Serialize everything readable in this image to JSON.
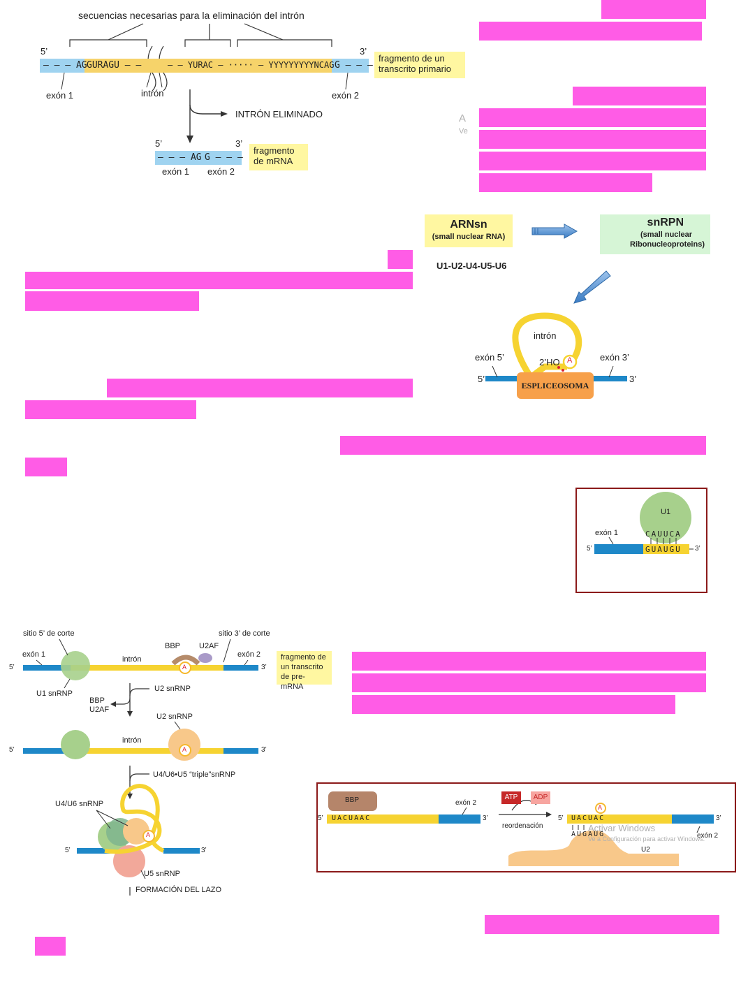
{
  "fig1": {
    "header": "secuencias necesarias para la eliminación del intrón",
    "five_prime": "5’",
    "three_prime": "3’",
    "exon1_seq": "– – – AG",
    "intron_seq_a": "GURAGU – –",
    "intron_seq_b": "– –  YURAC – ····· – YYYYYYYYYNCAG",
    "intron_branch_A": "A",
    "exon2_seq": "G – – –",
    "label_exon1": "exón 1",
    "label_intron": "intrón",
    "label_exon2": "exón 2",
    "note_primary": "fragmento de un transcrito primario",
    "removed": "INTRÓN ELIMINADO",
    "mrna_5": "5’",
    "mrna_3": "3’",
    "mrna_seq_left": "– – – AG",
    "mrna_seq_right": "G – – –",
    "mrna_exon1": "exón 1",
    "mrna_exon2": "exón 2",
    "note_mrna": "fragmento de mRNA"
  },
  "watermark_fragment": {
    "line1": "A",
    "line2": "Ve"
  },
  "snrna": {
    "arnsn_title": "ARNsn",
    "arnsn_sub": "(small nuclear RNA)",
    "snrpn_title": "snRPN",
    "snrpn_sub1": "(small nuclear",
    "snrpn_sub2": "Ribonucleoproteins)",
    "u_list": "U1-U2-U4-U5-U6"
  },
  "spliceosome": {
    "intron": "intrón",
    "exon5": "exón 5’",
    "exon3": "exón 3’",
    "five": "5’",
    "three": "3’",
    "ho": "2’HO",
    "a": "A",
    "label": "ESPLICEOSOMA"
  },
  "u1box": {
    "u1": "U1",
    "exon1": "exón 1",
    "top_seq": "CAUUCA",
    "bottom_seq": "GUAUGU",
    "five": "5’",
    "three": "3’"
  },
  "fig3": {
    "site5": "sitio 5’ de corte",
    "site3": "sitio 3’ de corte",
    "exon1": "exón 1",
    "intron": "intrón",
    "exon2": "exón 2",
    "bbp": "BBP",
    "u2af": "U2AF",
    "u1snrnp": "U1 snRNP",
    "five": "5’",
    "three": "3’",
    "a": "A",
    "note": "fragmento de un transcrito de pre-mRNA",
    "u2snrnp_in": "U2 snRNP",
    "bbp_out": "BBP",
    "u2af_out": "U2AF",
    "u2snrnp": "U2 snRNP",
    "intron2": "intrón",
    "triple": "U4/U6•U5 “triple”snRNP",
    "u4u6": "U4/U6 snRNP",
    "u5": "U5 snRNP",
    "lazo": "FORMACIÓN DEL LAZO"
  },
  "fig4": {
    "bbp": "BBP",
    "exon2": "exón 2",
    "seq_left": "UACUAAC",
    "five": "5’",
    "three": "3’",
    "atp": "ATP",
    "adp": "ADP",
    "reorder": "reordenación",
    "seq_right_top": "UACUAC",
    "seq_right_bottom": "AUGAUG",
    "a": "A",
    "exon2_right": "exón 2",
    "u2": "U2",
    "overlay1": "Activar Windows",
    "overlay2": "Ve a Configuración para activar Windows."
  },
  "colors": {
    "redaction": "#ff5ce6",
    "exon_blue": "#1e88c8",
    "intron_yellow": "#f6d331",
    "note_yellow": "#fff7a1"
  }
}
